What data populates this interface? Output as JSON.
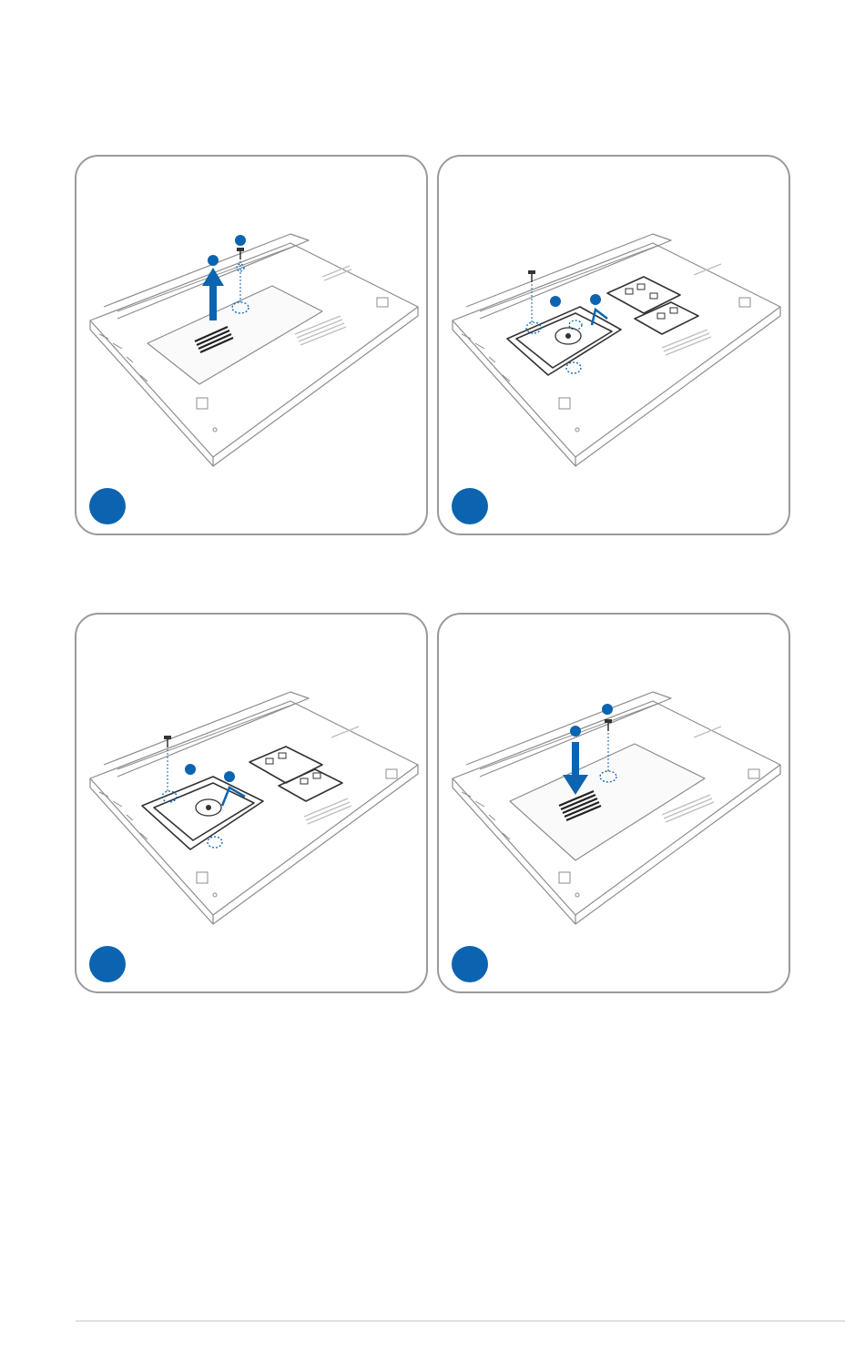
{
  "panels": [
    {
      "id": "step-1",
      "illustration": "laptop-bottom-cover-removal",
      "callouts": 2
    },
    {
      "id": "step-2",
      "illustration": "hard-drive-bay-exposed",
      "callouts": 2
    },
    {
      "id": "step-3",
      "illustration": "hard-drive-bracket-screws",
      "callouts": 2
    },
    {
      "id": "step-4",
      "illustration": "laptop-bottom-cover-reinstall",
      "callouts": 2
    }
  ],
  "colors": {
    "accent": "#0c64b0",
    "panel_border": "#9a9a9a",
    "line_art": "#8c8c8c",
    "footer_rule": "#e0e0e0"
  },
  "icons": [
    "laptop-illustration-icon",
    "screw-icon",
    "arrow-up-icon",
    "arrow-down-icon",
    "hard-drive-icon",
    "memory-module-icon"
  ]
}
